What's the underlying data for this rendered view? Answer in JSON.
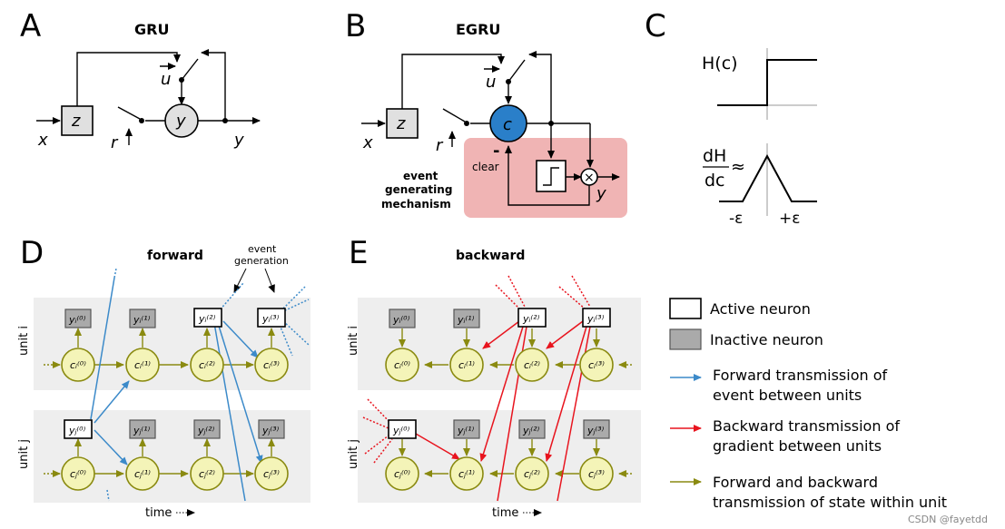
{
  "panels": {
    "A": {
      "letter": "A",
      "title": "GRU",
      "z": "z",
      "x": "x",
      "u": "u",
      "r": "r",
      "y_node": "y",
      "y_out": "y"
    },
    "B": {
      "letter": "B",
      "title": "EGRU",
      "z": "z",
      "x": "x",
      "u": "u",
      "r": "r",
      "c_node": "c",
      "y_out": "y",
      "minus": "-",
      "clear": "clear",
      "egm_line1": "event",
      "egm_line2": "generating",
      "egm_line3": "mechanism"
    },
    "C": {
      "letter": "C",
      "hc": "H(c)",
      "dH": "dH",
      "dc": "dc",
      "approx": "≈",
      "neg_eps": "-ε",
      "pos_eps": "+ε"
    },
    "D": {
      "letter": "D",
      "title": "forward",
      "event_line1": "event",
      "event_line2": "generation",
      "unit_i": "unit i",
      "unit_j": "unit j",
      "time": "time"
    },
    "E": {
      "letter": "E",
      "title": "backward",
      "unit_i": "unit i",
      "unit_j": "unit j",
      "time": "time"
    }
  },
  "nodes": {
    "yi": [
      "yᵢ⁽⁰⁾",
      "yᵢ⁽¹⁾",
      "yᵢ⁽²⁾",
      "yᵢ⁽³⁾"
    ],
    "ci": [
      "cᵢ⁽⁰⁾",
      "cᵢ⁽¹⁾",
      "cᵢ⁽²⁾",
      "cᵢ⁽³⁾"
    ],
    "yj": [
      "yⱼ⁽⁰⁾",
      "yⱼ⁽¹⁾",
      "yⱼ⁽²⁾",
      "yⱼ⁽³⁾"
    ],
    "cj": [
      "cⱼ⁽⁰⁾",
      "cⱼ⁽¹⁾",
      "cⱼ⁽²⁾",
      "cⱼ⁽³⁾"
    ]
  },
  "legend": {
    "active": "Active neuron",
    "inactive": "Inactive neuron",
    "forward_1": "Forward transmission of",
    "forward_2": "event between units",
    "backward_1": "Backward transmission of",
    "backward_2": "gradient between units",
    "state_1": "Forward and backward",
    "state_2": "transmission of state within unit"
  },
  "watermark": "CSDN @fayetdd",
  "colors": {
    "blue": "#3c8ac9",
    "red": "#e8141e",
    "olive": "#8a8a10",
    "pink": "#f0b4b4",
    "c_node": "#2a7fc9"
  }
}
